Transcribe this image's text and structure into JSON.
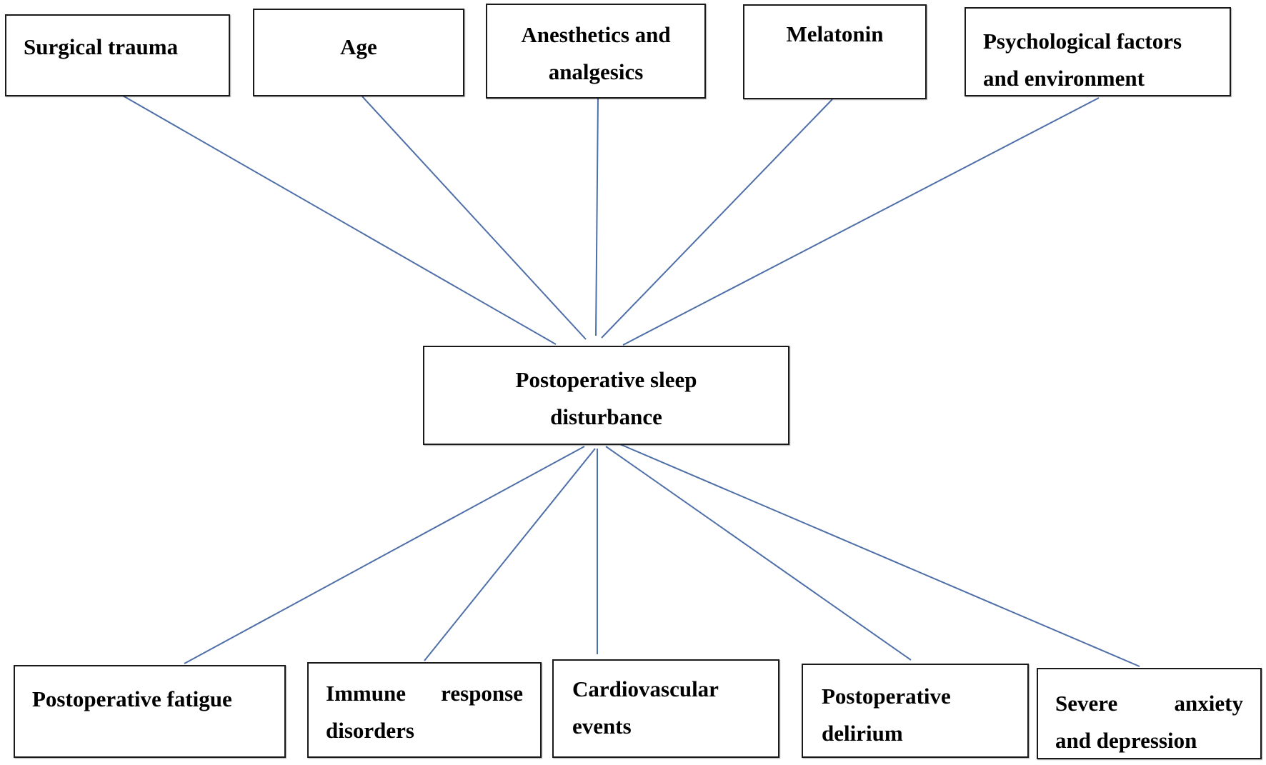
{
  "causes": [
    {
      "lines": [
        "Surgical trauma"
      ]
    },
    {
      "lines": [
        "Age"
      ]
    },
    {
      "lines": [
        "Anesthetics and",
        "analgesics"
      ]
    },
    {
      "lines": [
        "Melatonin"
      ]
    },
    {
      "lines": [
        "Psychological factors",
        "and environment"
      ]
    }
  ],
  "center": {
    "lines": [
      "Postoperative sleep",
      "disturbance"
    ]
  },
  "effects": [
    {
      "lines": [
        "Postoperative fatigue"
      ]
    },
    {
      "lines": [
        "Immune response",
        "disorders"
      ]
    },
    {
      "lines": [
        "Cardiovascular",
        "events"
      ]
    },
    {
      "lines": [
        "Postoperative",
        "delirium"
      ]
    },
    {
      "lines": [
        "Severe anxiety",
        "and depression"
      ]
    }
  ],
  "colors": {
    "connector": "#4f6fa8",
    "border": "#1a1a1a",
    "text": "#000000"
  }
}
